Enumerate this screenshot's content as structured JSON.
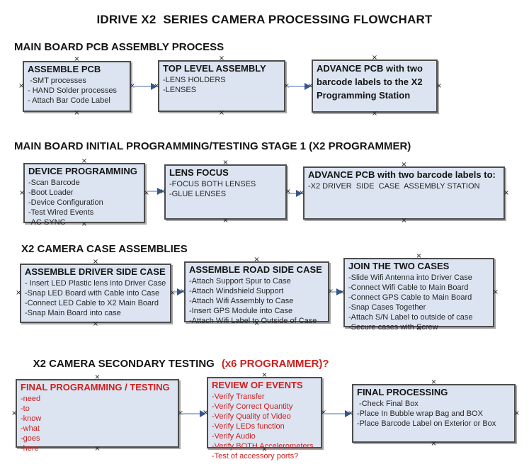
{
  "title": "IDRIVE X2  SERIES CAMERA PROCESSING FLOWCHART",
  "colors": {
    "box_fill": "#dce4f1",
    "box_border": "#4d4d4d",
    "red_text": "#cc2020",
    "arrow_line": "#a3b6d3",
    "arrow_head": "#35568c",
    "text": "#141414"
  },
  "sections": [
    {
      "heading": "MAIN BOARD PCB ASSEMBLY PROCESS",
      "boxes": [
        {
          "title": "ASSEMBLE PCB",
          "items": [
            " -SMT processes",
            "- HAND Solder processes",
            "- Attach Bar Code Label"
          ]
        },
        {
          "title": "TOP LEVEL ASSEMBLY",
          "items": [
            "-LENS HOLDERS",
            "-LENSES"
          ]
        },
        {
          "title": "ADVANCE PCB with two barcode labels to the  X2 Programming Station",
          "items": []
        }
      ]
    },
    {
      "heading": "MAIN BOARD INITIAL PROGRAMMING/TESTING STAGE 1 (X2 PROGRAMMER)",
      "boxes": [
        {
          "title": "DEVICE PROGRAMMING",
          "items": [
            "-Scan Barcode",
            "-Boot Loader",
            "-Device Configuration",
            "-Test Wired Events",
            "-AC SYNC"
          ]
        },
        {
          "title": "LENS FOCUS",
          "items": [
            "-FOCUS BOTH LENSES",
            "-GLUE LENSES"
          ]
        },
        {
          "title": "ADVANCE PCB with two barcode labels to:",
          "items": [
            "-X2 DRIVER  SIDE  CASE  ASSEMBLY STATION"
          ]
        }
      ]
    },
    {
      "heading": "X2 CAMERA CASE ASSEMBLIES",
      "boxes": [
        {
          "title": "ASSEMBLE DRIVER SIDE CASE",
          "items": [
            "- Insert LED Plastic lens into Driver Case",
            "-Snap LED Board with Cable into Case",
            "-Connect LED Cable to X2 Main Board",
            "-Snap Main Board into case"
          ]
        },
        {
          "title": "ASSEMBLE ROAD SIDE CASE",
          "items": [
            "-Attach Support Spur to Case",
            "-Attach Windshield Support",
            "-Attach Wifi Assembly to Case",
            "-Insert GPS Module into Case",
            "-Attach Wifi Label to Outside of Case"
          ]
        },
        {
          "title": "JOIN THE TWO CASES",
          "items": [
            "-Slide Wifi Antenna into Driver Case",
            "-Connect Wifi Cable to Main Board",
            "-Connect GPS Cable to Main Board",
            "-Snap Cases Together",
            "-Attach S/N Label to outside of case",
            "-Secure cases with Screw"
          ]
        }
      ]
    },
    {
      "heading": "X2 CAMERA SECONDARY TESTING",
      "heading_suffix": "(x6 PROGRAMMER)?",
      "boxes": [
        {
          "title": "FINAL PROGRAMMING / TESTING",
          "items": [
            "-need",
            "-to",
            "-know",
            "-what",
            "-goes",
            "-here"
          ]
        },
        {
          "title": "REVIEW OF EVENTS",
          "items": [
            "-Verify Transfer",
            "-Verify Correct Quantity",
            "-Verify Quality of Video",
            "-Verify LEDs function",
            "-Verify Audio",
            "-Verify BOTH Accelerometers",
            "-Test of accessory ports?"
          ]
        },
        {
          "title": "FINAL PROCESSING",
          "items": [
            " -Check Final Box",
            "-Place In Bubble wrap Bag and BOX",
            "-Place Barcode Label on Exterior or Box"
          ]
        }
      ]
    }
  ]
}
